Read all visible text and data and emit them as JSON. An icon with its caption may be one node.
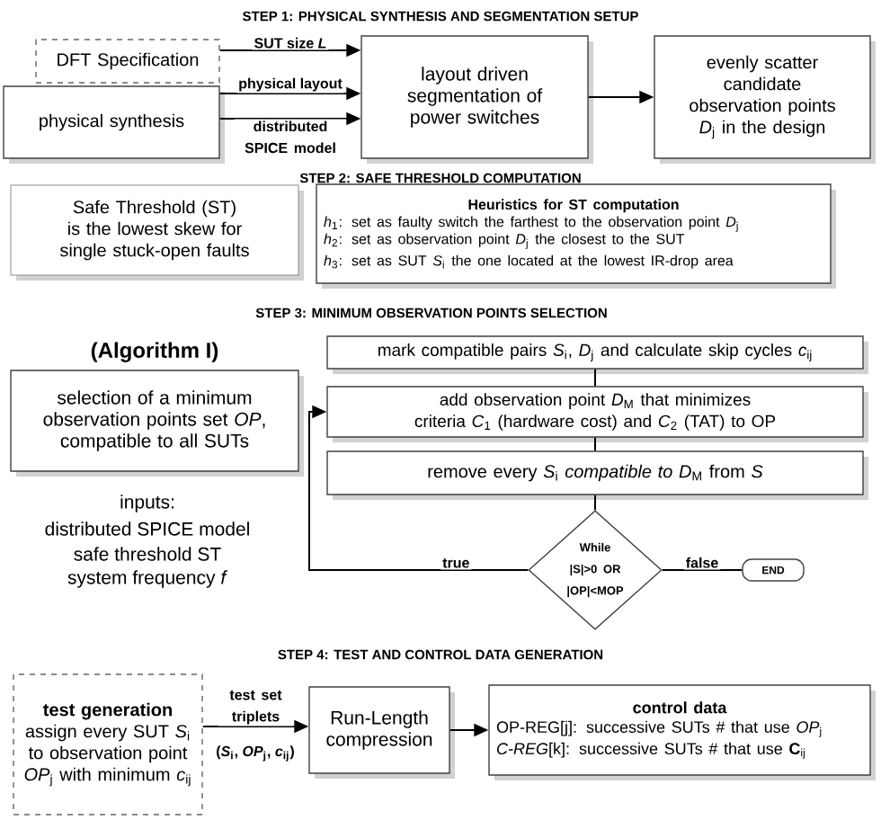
{
  "diagram": {
    "nodes": [
      {
        "text": [
          "DFT Specification"
        ]
      },
      {
        "text": [
          "physical synthesis"
        ]
      },
      {
        "text": [
          "layout driven segmentation of power switches"
        ]
      },
      {
        "text": [
          "evenly scatter candidate observation points *D*$_{j}$ in the design"
        ]
      },
      {
        "text": [
          "Safe Threshold (ST) is the lowest skew for single stuck-open faults"
        ]
      },
      {
        "text": [
          "Heuristics for ST computation",
          "*h*$_{1}$: set as faulty switch the farthest to the observation point *D*$_{j}$",
          "*h*$_{2}$: set as observation point *D*$_{j}$ the closest to the SUT",
          "*h*$_{3}$: set as SUT *S*$_{i}$ the one located at the lowest IR-drop area"
        ]
      },
      {
        "text": [
          "(Algorithm I)",
          "selection of a minimum observation points set *OP*, compatible to all SUTs"
        ]
      },
      {
        "text": [
          "mark compatible pairs *S*$_{i}$, *D*$_{j}$ and calculate skip cycles *c*$_{ij}$"
        ]
      },
      {
        "text": [
          "add observation point *D*$_{M}$ that minimizes criteria *C*$_{1}$ (hardware cost) and *C*$_{2}$ (TAT) to OP"
        ]
      },
      {
        "text": [
          "remove every *S*$_{i}$ *compatible to D*$_{M}$ from *S*"
        ]
      },
      {
        "text": [
          "While |S|>0 OR |OP|<MOP"
        ]
      },
      {
        "text": [
          "END"
        ]
      },
      {
        "text": [
          "test generation",
          "assign every SUT *S*$_{i}$ to observation point *OP*$_{j}$ with minimum *c*$_{ij}$"
        ]
      },
      {
        "text": [
          "Run-Length compression"
        ]
      },
      {
        "text": [
          "control data",
          "OP-REG[j]: successive SUTs # that use *OP*$_{j}$",
          "*C-REG*[k]: successive SUTs # that use **C**$_{ij}$"
        ]
      }
    ],
    "edges": [
      {
        "from": 0,
        "to": 2,
        "arrow": "to",
        "label": "SUT size *L*"
      },
      {
        "from": 1,
        "to": 2,
        "arrow": "to",
        "label": "physical layout"
      },
      {
        "from": 1,
        "to": 2,
        "arrow": "to",
        "label": "distributed SPICE model"
      },
      {
        "from": 2,
        "to": 3,
        "arrow": "to"
      },
      {
        "from": 7,
        "to": 8,
        "arrow": "none"
      },
      {
        "from": 8,
        "to": 9,
        "arrow": "none"
      },
      {
        "from": 9,
        "to": 10,
        "arrow": "none"
      },
      {
        "from": 10,
        "to": 8,
        "arrow": "to",
        "label": "true"
      },
      {
        "from": 10,
        "to": 11,
        "arrow": "none",
        "label": "false"
      },
      {
        "from": 12,
        "to": 13,
        "arrow": "to",
        "label": "test set triplets"
      },
      {
        "from": 13,
        "to": 14,
        "arrow": "to"
      }
    ],
    "labels": [
      "STEP 1: PHYSICAL SYNTHESIS AND SEGMENTATION SETUP",
      "STEP 2: SAFE THRESHOLD COMPUTATION",
      "STEP 3: MINIMUM OBSERVATION POINTS SELECTION",
      "inputs:",
      "distributed SPICE model",
      "safe threshold ST",
      "system frequency *f*",
      "STEP 4: TEST AND CONTROL DATA GENERATION",
      "(*S*$_{i}$, *OP*$_{j}$, *c*$_{ij}$)"
    ]
  }
}
